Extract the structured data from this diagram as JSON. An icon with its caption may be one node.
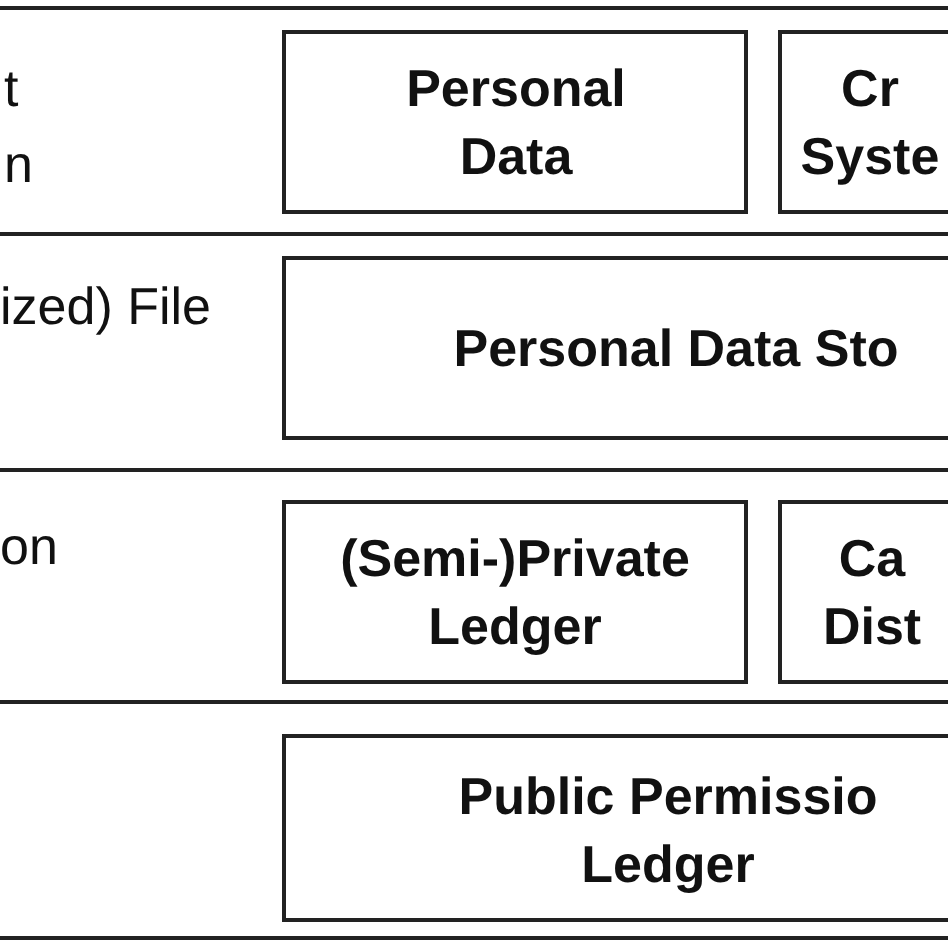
{
  "diagram": {
    "nodes": [
      {
        "text": [
          "t n"
        ]
      },
      {
        "text": [
          "Personal Data"
        ],
        "in": 0
      },
      {
        "text": [
          "Cr Syste"
        ],
        "in": 0
      },
      {
        "text": [
          "ized) File"
        ]
      },
      {
        "text": [
          "Personal Data Sto"
        ],
        "in": 3
      },
      {
        "text": [
          "on"
        ]
      },
      {
        "text": [
          "(Semi-)Private Ledger"
        ],
        "in": 5
      },
      {
        "text": [
          "Ca Dist"
        ],
        "in": 5
      },
      {
        "text": [],
        "shape": "box"
      },
      {
        "text": [
          "Public Permissio Ledger"
        ],
        "in": 8
      }
    ]
  }
}
